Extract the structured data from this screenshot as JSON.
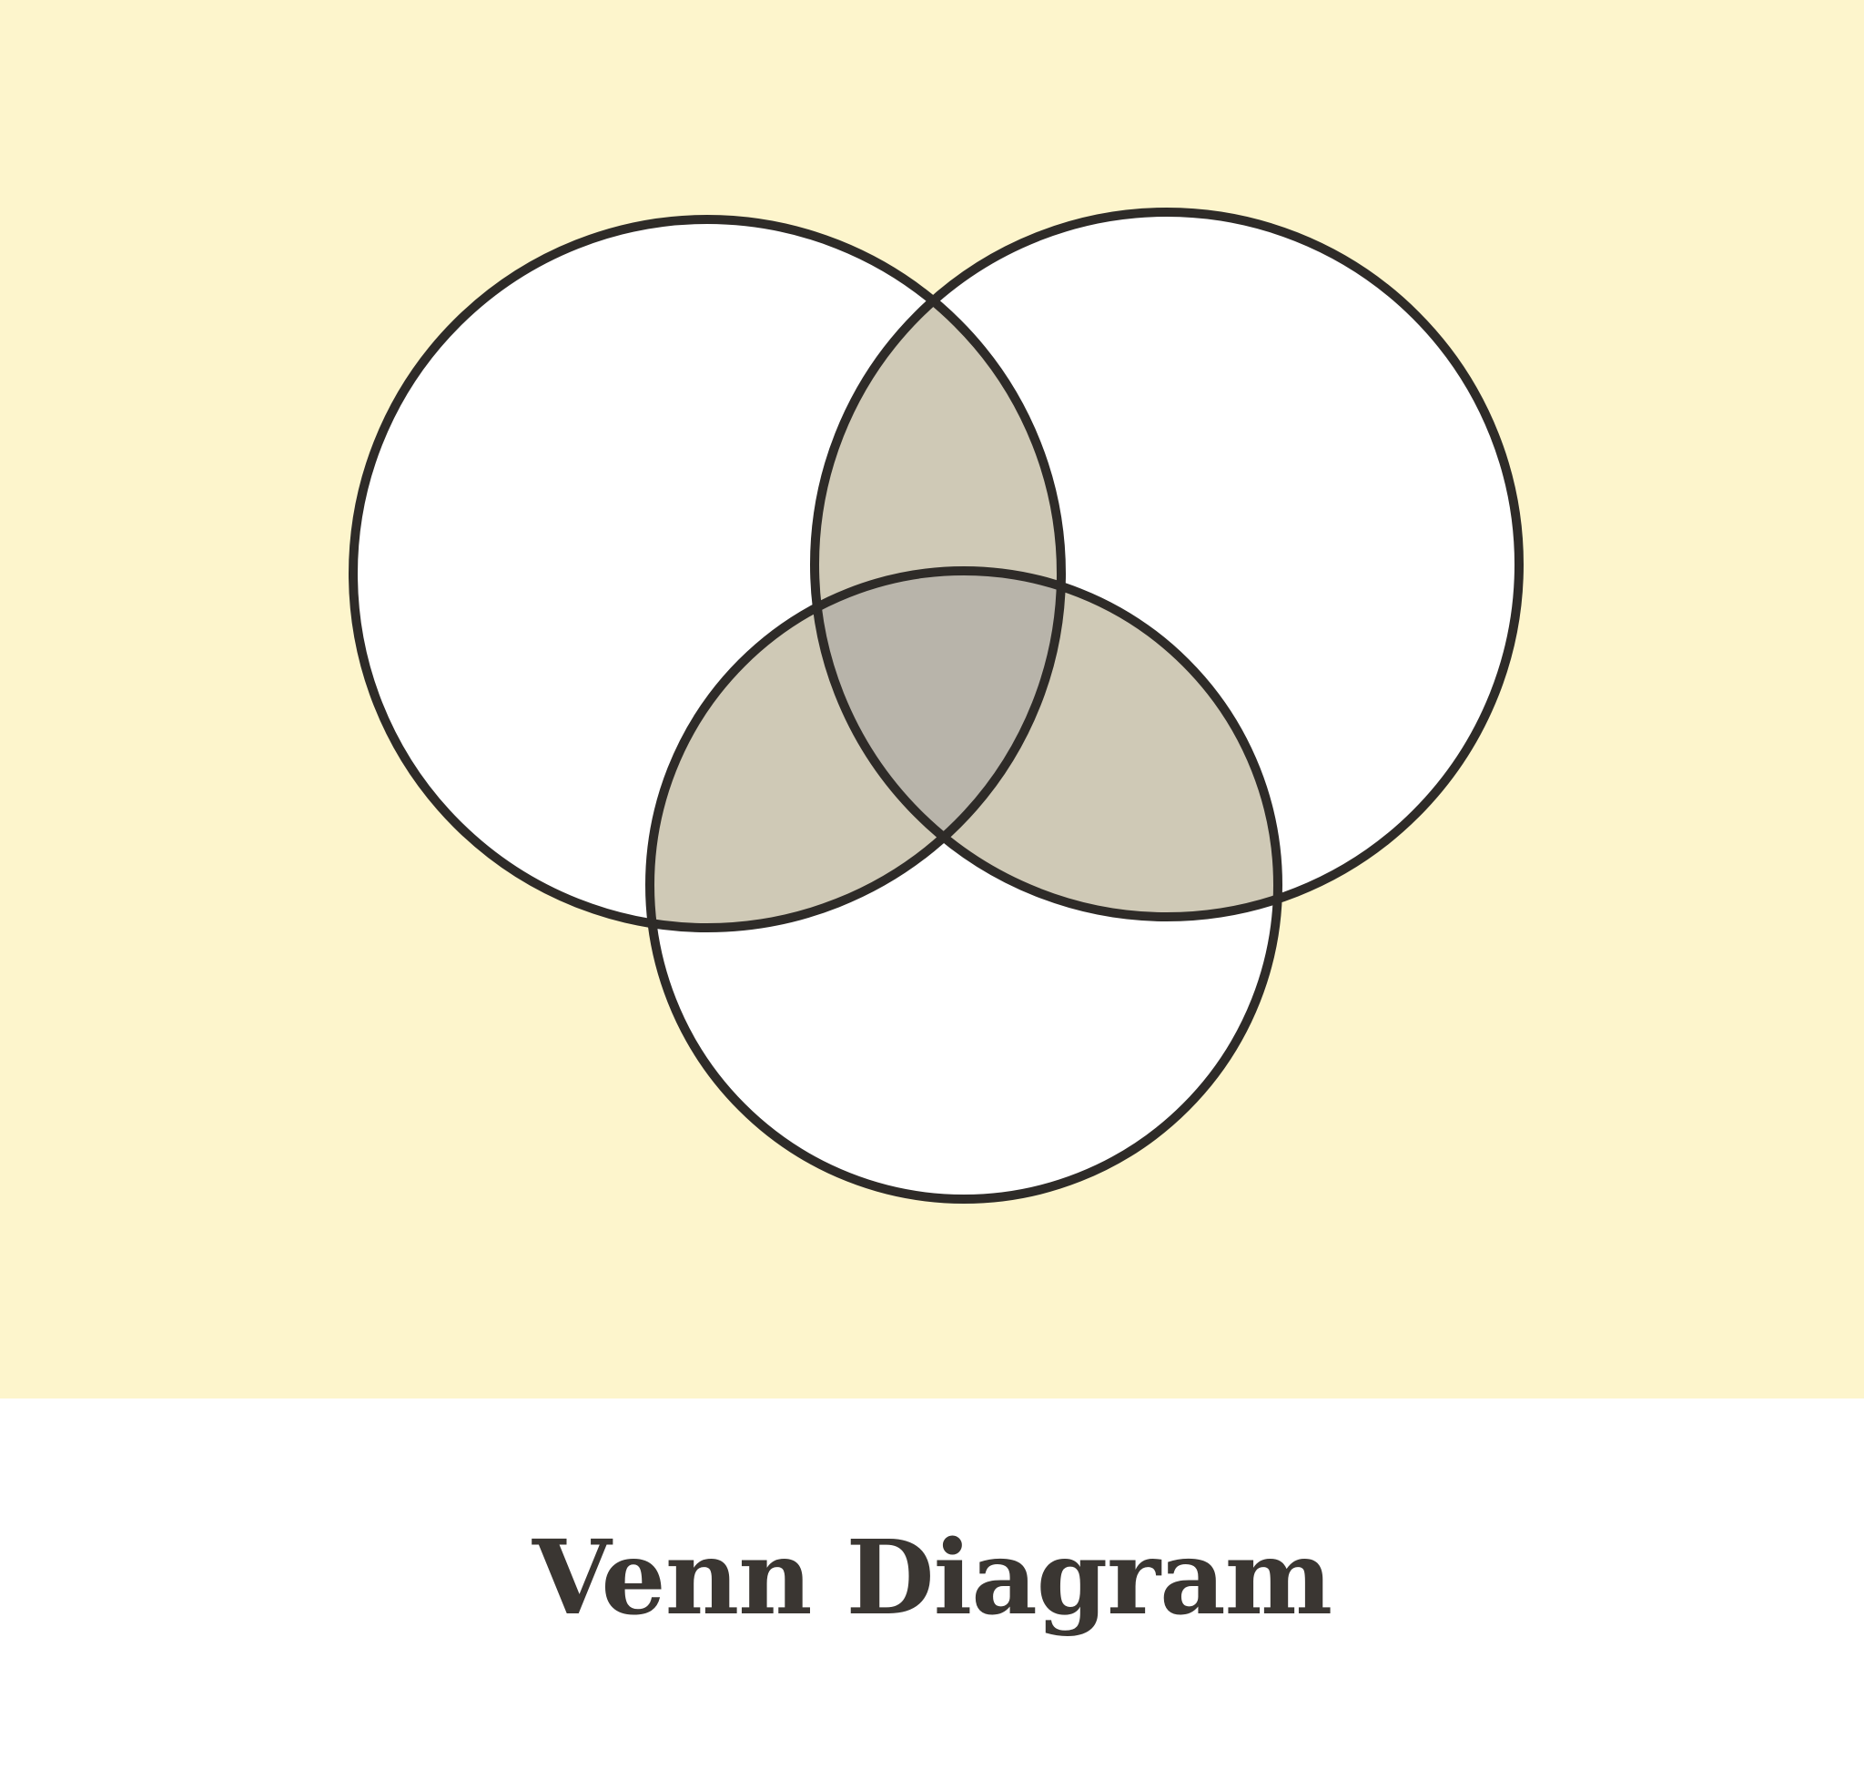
{
  "title": "Venn Diagram",
  "colors": {
    "panel_background": "#fdf5cc",
    "circle_fill": "#ffffff",
    "outline": "#2e2b28",
    "overlap_two_sets": "#cfc9b6",
    "overlap_three_sets": "#b8b4aa",
    "title_text": "#3a3632"
  },
  "sets": [
    {
      "id": "top-left"
    },
    {
      "id": "top-right"
    },
    {
      "id": "bottom"
    }
  ]
}
